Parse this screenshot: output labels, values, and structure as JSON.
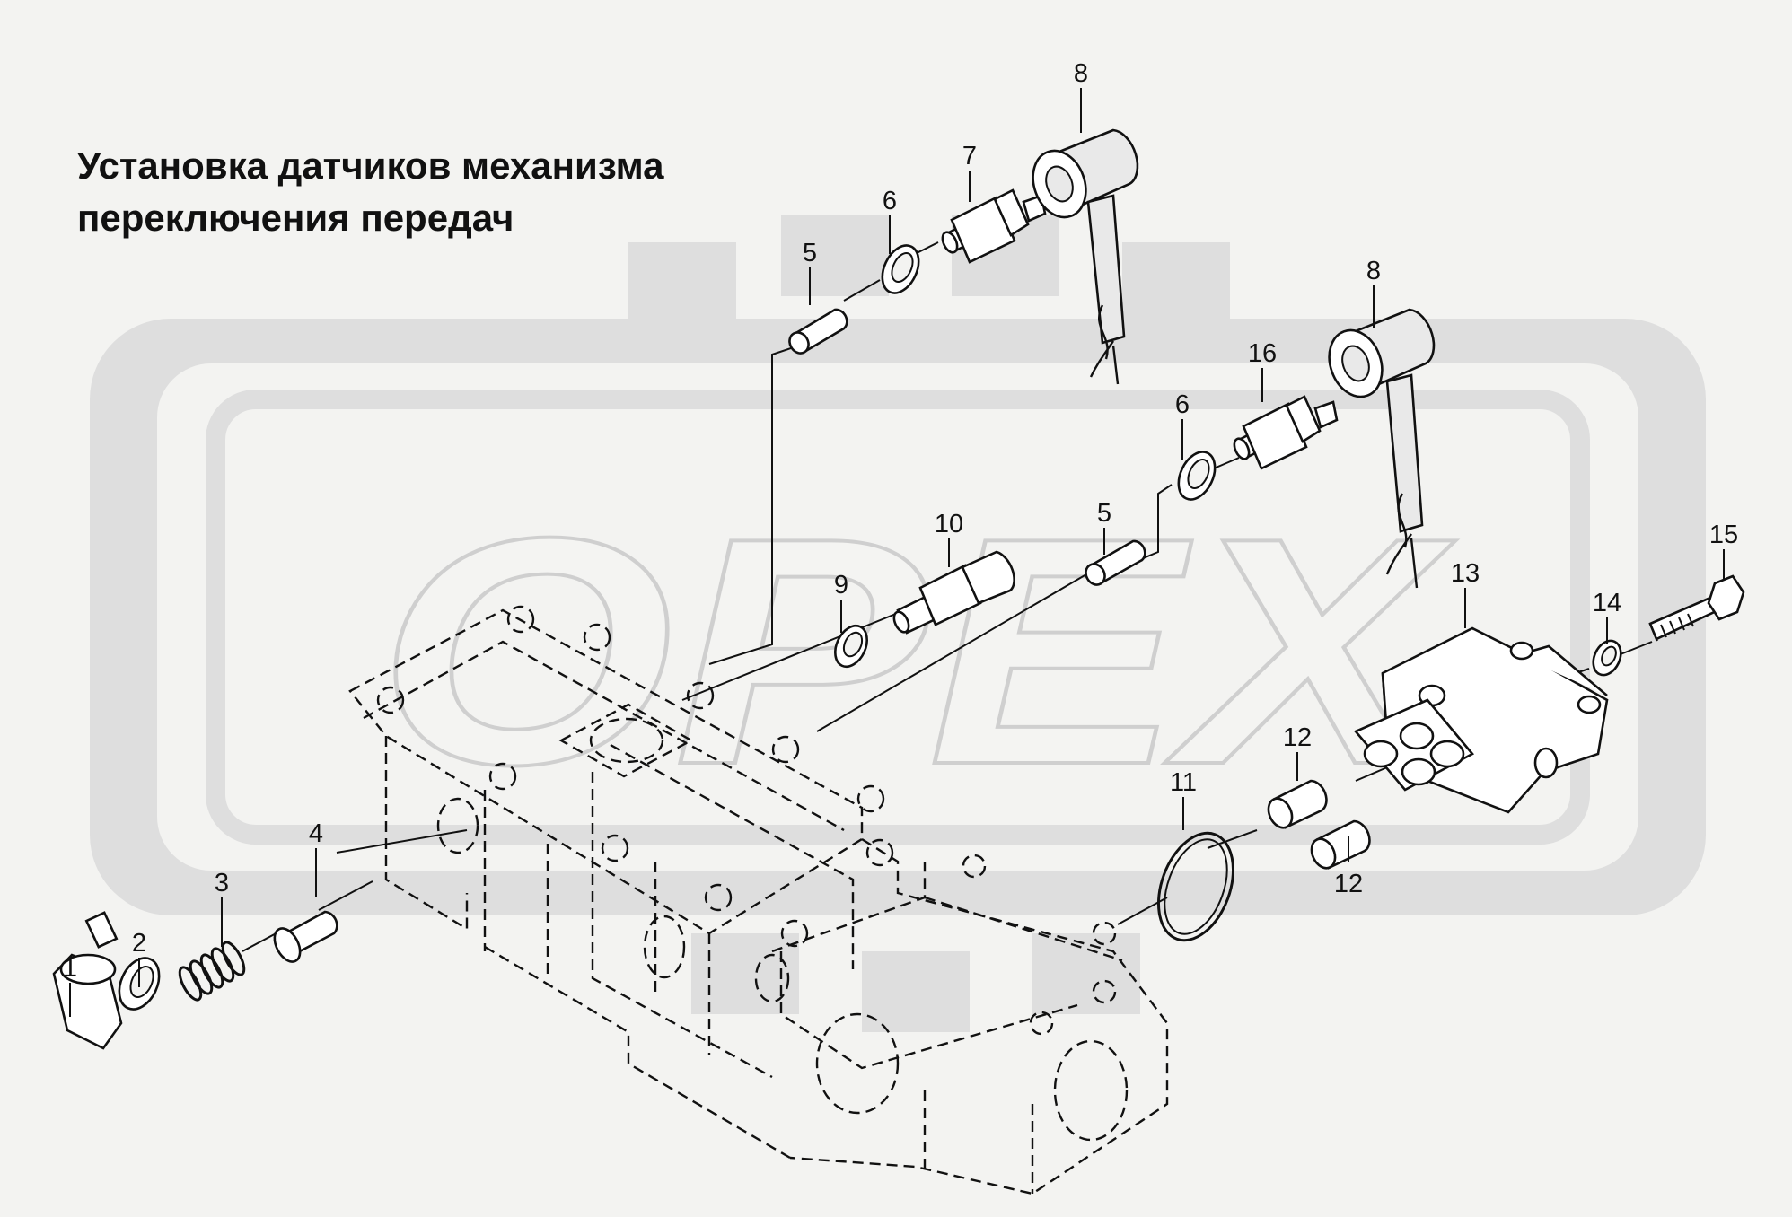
{
  "title": {
    "line1": "Установка датчиков механизма",
    "line2": "переключения передач"
  },
  "watermark": {
    "text": "OPEX",
    "color": "#dcdcdc"
  },
  "callouts": {
    "c1": "1",
    "c2": "2",
    "c3": "3",
    "c4": "4",
    "c5a": "5",
    "c5b": "5",
    "c6a": "6",
    "c6b": "6",
    "c7": "7",
    "c8a": "8",
    "c8b": "8",
    "c9": "9",
    "c10": "10",
    "c11": "11",
    "c12a": "12",
    "c12b": "12",
    "c13": "13",
    "c14": "14",
    "c15": "15",
    "c16": "16"
  }
}
